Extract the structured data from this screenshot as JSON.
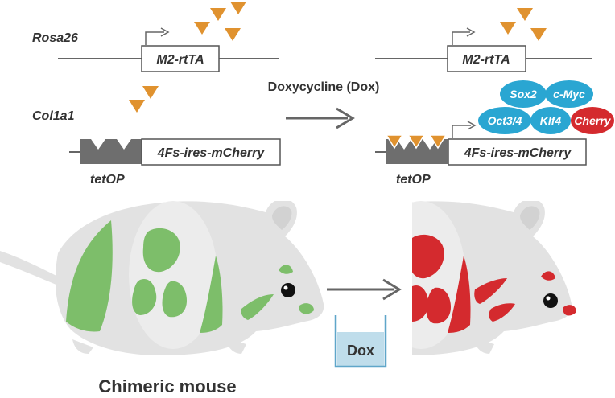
{
  "labels": {
    "rosa26": "Rosa26",
    "col1a1": "Col1a1",
    "m2rtta_left": "M2-rtTA",
    "m2rtta_right": "M2-rtTA",
    "cassette_left": "4Fs-ires-mCherry",
    "cassette_right": "4Fs-ires-mCherry",
    "tetop_left": "tetOP",
    "tetop_right": "tetOP",
    "dox_treatment": "Doxycycline (Dox)",
    "dox_beaker": "Dox",
    "chimeric_mouse": "Chimeric mouse"
  },
  "factors": [
    "Sox2",
    "c-Myc",
    "Oct3/4",
    "Klf4",
    "Cherry"
  ],
  "colors": {
    "dox_triangle": "#E0922F",
    "factor_blue": "#2AA6D2",
    "cherry_red": "#D42A2E",
    "mouse_green": "#7DBE6A",
    "mouse_grey": "#E2E2E2",
    "line_grey": "#666666",
    "beaker_fill": "#BFDDEB",
    "beaker_line": "#5FA6C9"
  }
}
